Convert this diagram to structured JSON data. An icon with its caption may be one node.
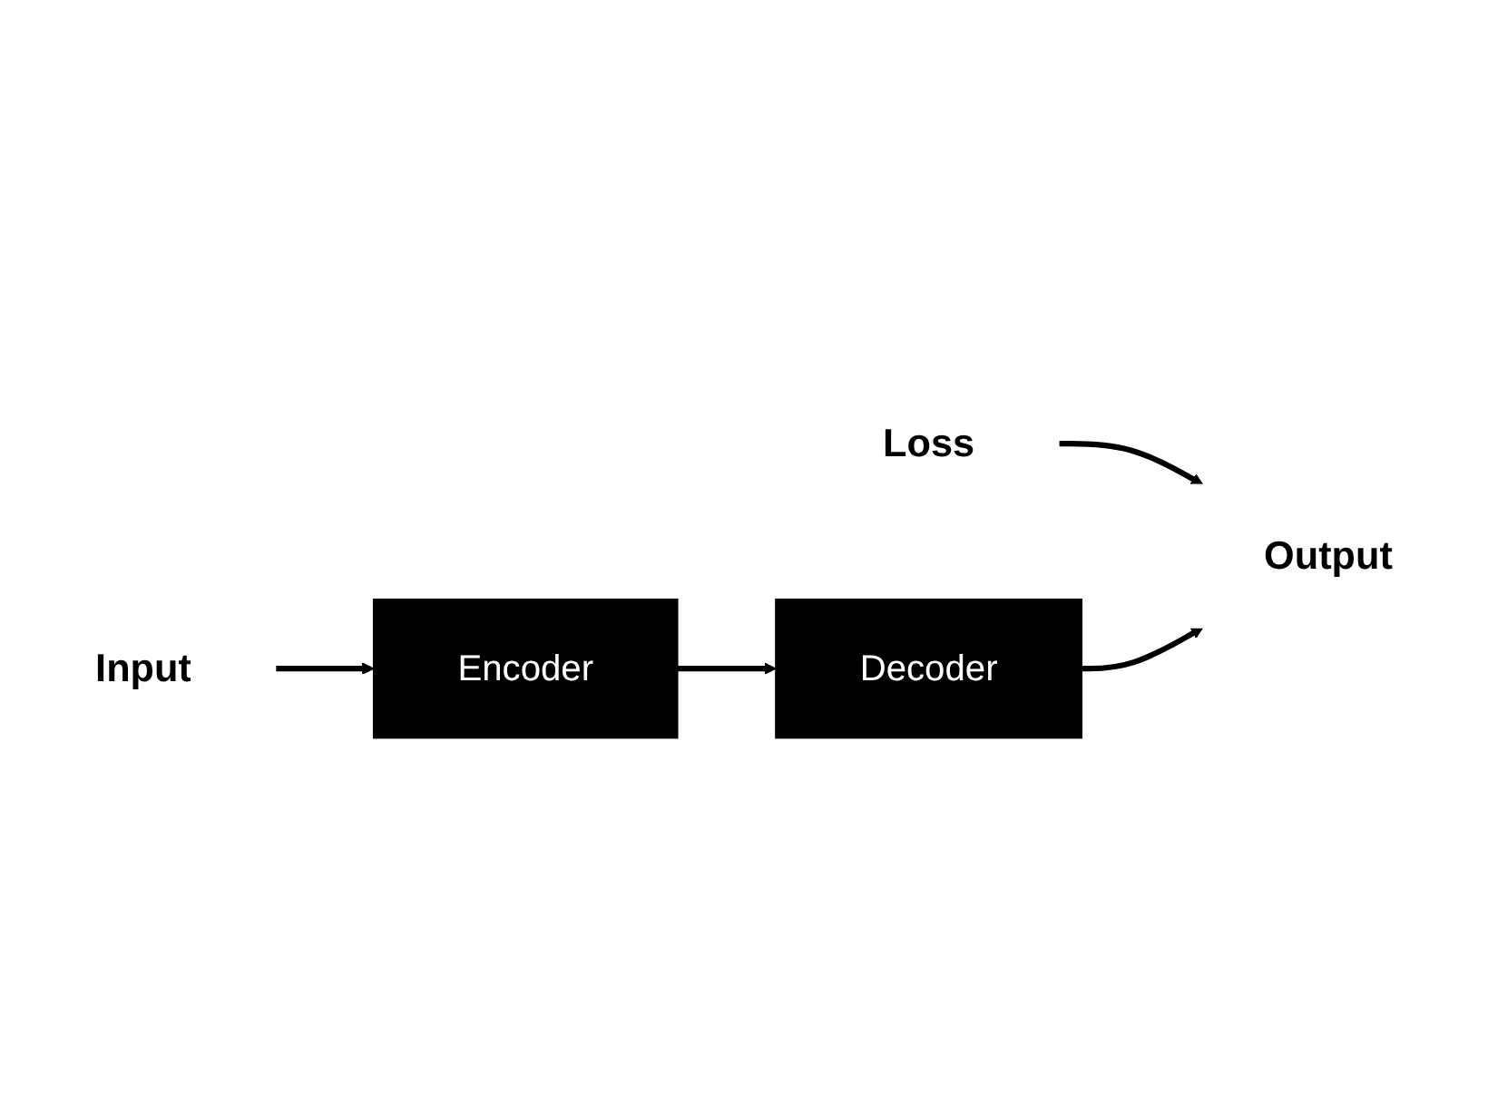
{
  "diagram": {
    "nodes": [
      {
        "text": [
          "Loss"
        ]
      },
      {
        "text": [
          "Output"
        ]
      },
      {
        "text": [
          "Encoder"
        ]
      },
      {
        "text": [
          "Decoder"
        ]
      },
      {
        "text": [
          "Input"
        ]
      }
    ],
    "edges": [
      {
        "from": 0,
        "to": 1,
        "arrow": "to"
      },
      {
        "from": 3,
        "to": 1,
        "arrow": "to"
      },
      {
        "from": 2,
        "to": 3,
        "arrow": "to"
      },
      {
        "from": 4,
        "to": 2,
        "arrow": "to"
      }
    ]
  }
}
